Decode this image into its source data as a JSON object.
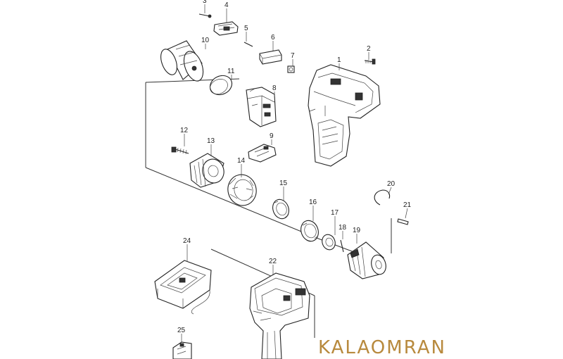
{
  "diagram": {
    "parts": [
      {
        "id": "part-1",
        "label": "1"
      },
      {
        "id": "part-2",
        "label": "2"
      },
      {
        "id": "part-3",
        "label": "3"
      },
      {
        "id": "part-4",
        "label": "4"
      },
      {
        "id": "part-5",
        "label": "5"
      },
      {
        "id": "part-6",
        "label": "6"
      },
      {
        "id": "part-7",
        "label": "7"
      },
      {
        "id": "part-8",
        "label": "8"
      },
      {
        "id": "part-9",
        "label": "9"
      },
      {
        "id": "part-10",
        "label": "10"
      },
      {
        "id": "part-11",
        "label": "11"
      },
      {
        "id": "part-12",
        "label": "12"
      },
      {
        "id": "part-13",
        "label": "13"
      },
      {
        "id": "part-14",
        "label": "14"
      },
      {
        "id": "part-15",
        "label": "15"
      },
      {
        "id": "part-16",
        "label": "16"
      },
      {
        "id": "part-17",
        "label": "17"
      },
      {
        "id": "part-18",
        "label": "18"
      },
      {
        "id": "part-19",
        "label": "19"
      },
      {
        "id": "part-20",
        "label": "20"
      },
      {
        "id": "part-21",
        "label": "21"
      },
      {
        "id": "part-22",
        "label": "22"
      },
      {
        "id": "part-24",
        "label": "24"
      },
      {
        "id": "part-25",
        "label": "25"
      }
    ]
  },
  "watermark": {
    "text": "KALAOMRAN",
    "color": "#b88a3e"
  }
}
